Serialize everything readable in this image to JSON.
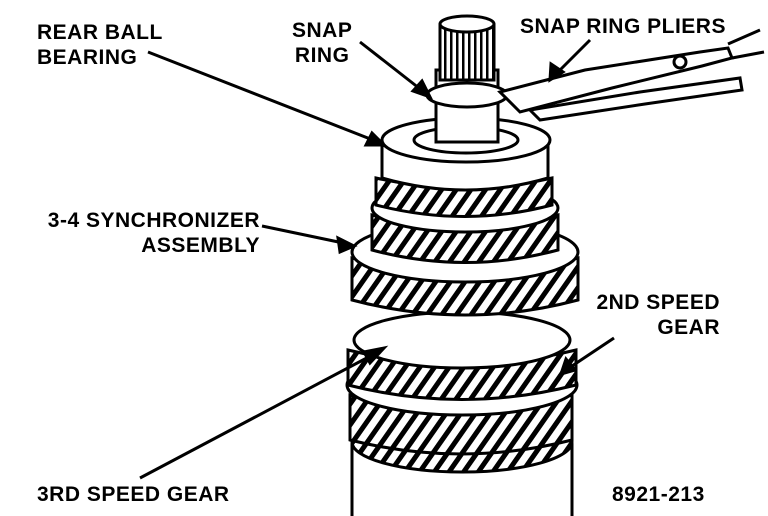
{
  "labels": {
    "rear_ball_bearing": [
      "REAR BALL",
      "BEARING"
    ],
    "snap_ring": [
      "SNAP",
      "RING"
    ],
    "snap_ring_pliers": "SNAP RING PLIERS",
    "synchronizer": [
      "3-4 SYNCHRONIZER",
      "ASSEMBLY"
    ],
    "second_speed_gear": [
      "2ND SPEED",
      "GEAR"
    ],
    "third_speed_gear": "3RD SPEED GEAR",
    "figure_number": "8921-213"
  },
  "colors": {
    "ink": "#000000",
    "paper": "#ffffff"
  }
}
